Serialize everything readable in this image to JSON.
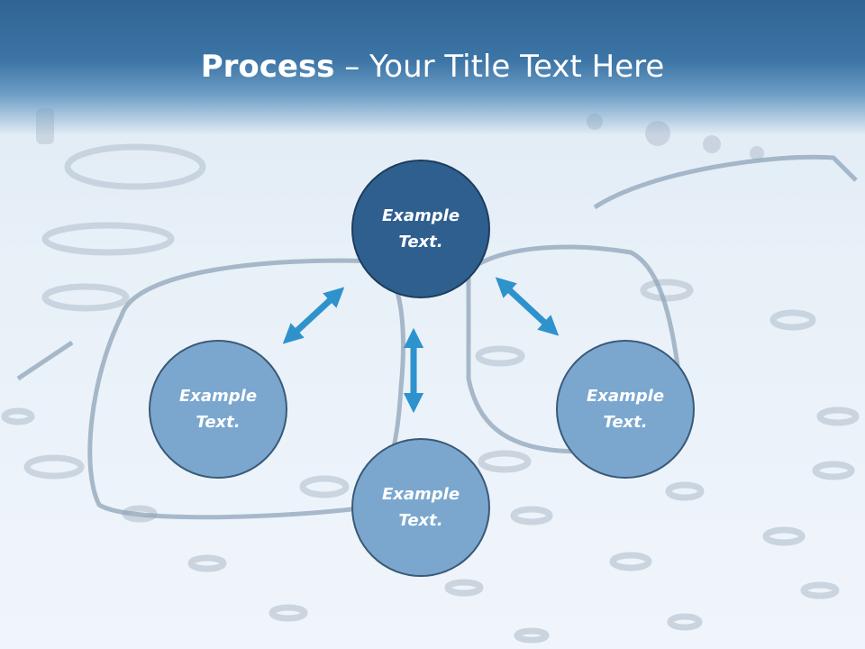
{
  "title": {
    "bold": "Process",
    "rest": " – Your Title Text Here"
  },
  "nodes": {
    "top": "Example Text.",
    "left": "Example Text.",
    "bottom": "Example Text.",
    "right": "Example Text."
  },
  "colors": {
    "title_bar": "#2f6493",
    "node_dark": "#2f5f8f",
    "node_light": "#7ba7cf",
    "arrow": "#2e93cc"
  },
  "background": {
    "description_icon": "eyeglasses-on-eye-chart"
  }
}
